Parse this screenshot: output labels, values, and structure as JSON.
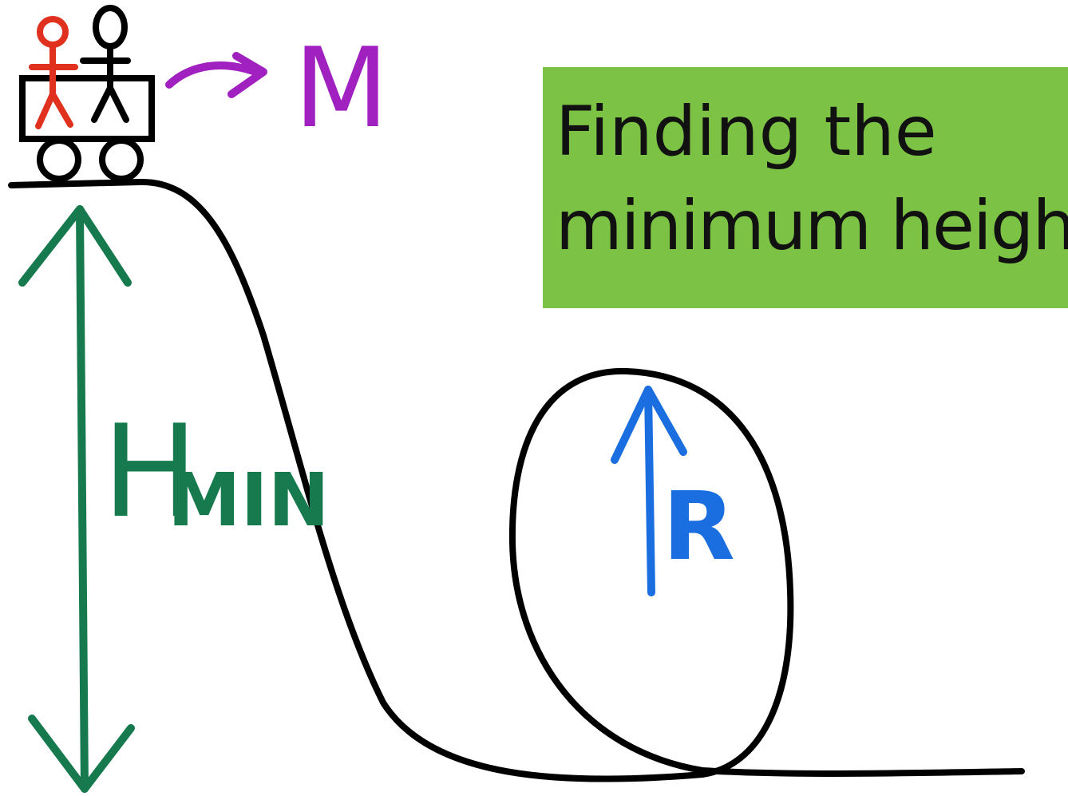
{
  "title": {
    "line1": "Finding the",
    "line2": "minimum height"
  },
  "labels": {
    "mass": "M",
    "height_main": "H",
    "height_sub": "MIN",
    "radius": "R"
  },
  "colors": {
    "title_background": "#7cc244",
    "track": "#000000",
    "mass_arrow": "#a020c0",
    "height_arrow": "#177a4e",
    "radius_arrow": "#1a6ee0",
    "stick_figure_red": "#e0301e"
  }
}
